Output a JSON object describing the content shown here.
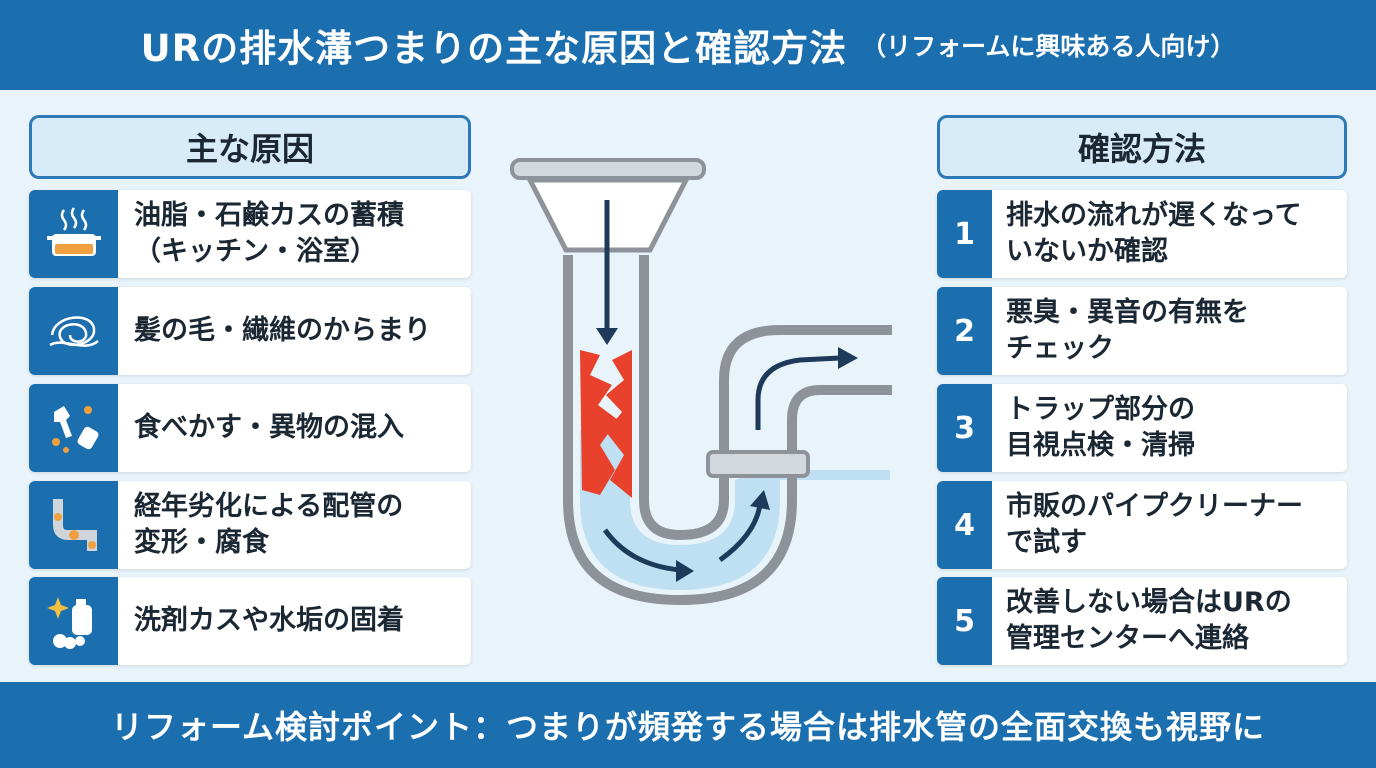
{
  "title": {
    "main": "URの排水溝つまりの主な原因と確認方法",
    "sub": "（リフォームに興味ある人向け）"
  },
  "causes": {
    "header": "主な原因",
    "items": [
      {
        "line1": "油脂・石鹸カスの蓄積",
        "line2": "（キッチン・浴室）",
        "icon": "pot-steam-icon"
      },
      {
        "line1": "髪の毛・繊維のからまり",
        "line2": "",
        "icon": "hair-tangle-icon"
      },
      {
        "line1": "食べかす・異物の混入",
        "line2": "",
        "icon": "food-debris-icon"
      },
      {
        "line1": "経年劣化による配管の",
        "line2": "変形・腐食",
        "icon": "corroded-pipe-icon"
      },
      {
        "line1": "洗剤カスや水垢の固着",
        "line2": "",
        "icon": "detergent-sparkle-icon"
      }
    ]
  },
  "checks": {
    "header": "確認方法",
    "items": [
      {
        "num": "1",
        "line1": "排水の流れが遅くなって",
        "line2": "いないか確認"
      },
      {
        "num": "2",
        "line1": "悪臭・異音の有無を",
        "line2": "チェック"
      },
      {
        "num": "3",
        "line1": "トラップ部分の",
        "line2": "目視点検・清掃"
      },
      {
        "num": "4",
        "line1": "市販のパイプクリーナー",
        "line2": "で試す"
      },
      {
        "num": "5",
        "line1": "改善しない場合はURの",
        "line2": "管理センターへ連絡"
      }
    ]
  },
  "footer": "リフォーム検討ポイント：つまりが頻発する場合は排水管の全面交換も視野に",
  "colors": {
    "primary": "#1c6fae",
    "header_fill": "#d7ecf8",
    "background": "#e8f3fa",
    "clog": "#e8412c",
    "water": "#bfe0f3",
    "pipe": "#8d9399"
  }
}
